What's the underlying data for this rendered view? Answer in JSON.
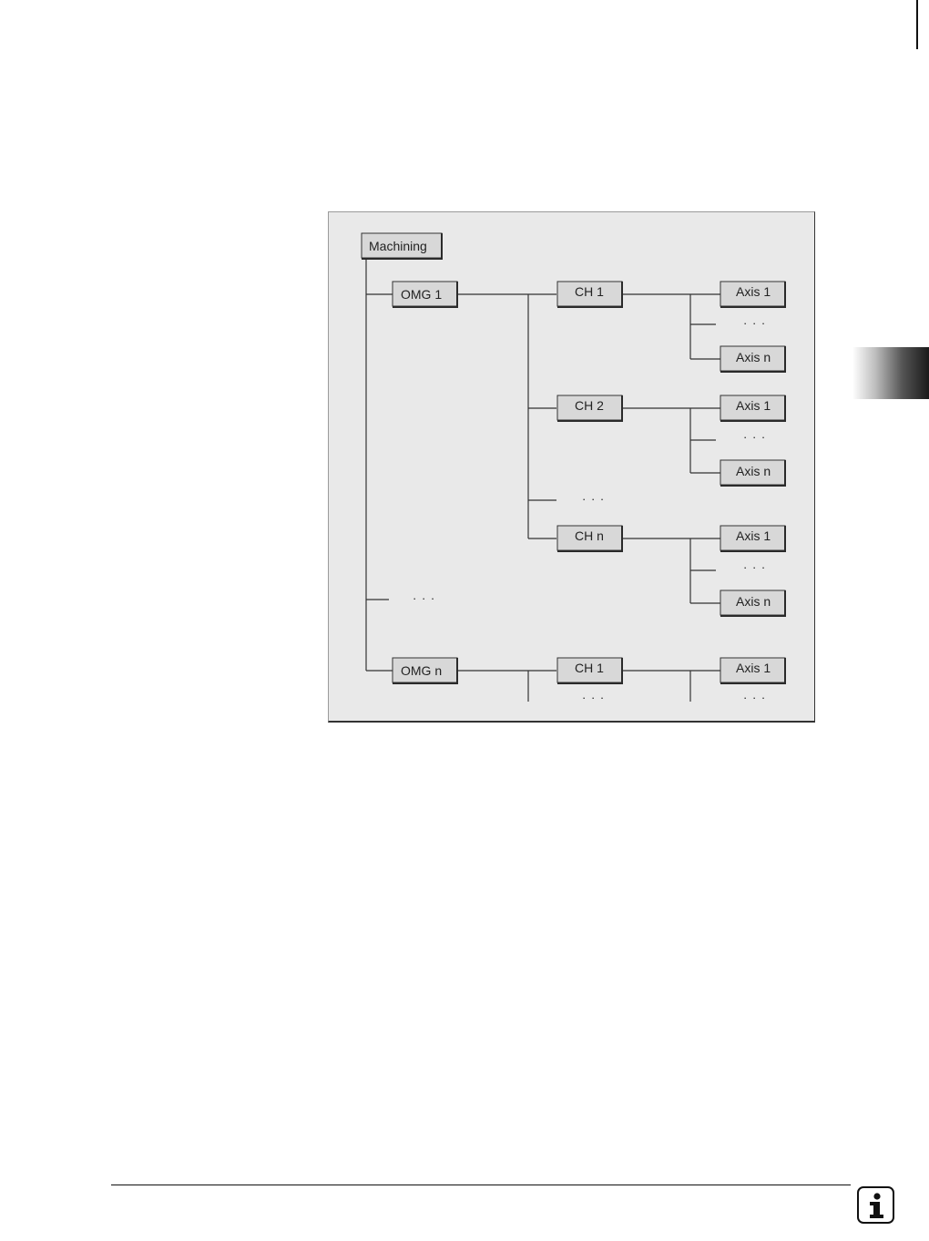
{
  "diagram": {
    "root": "Machining",
    "omg1": "OMG 1",
    "omgn": "OMG n",
    "ch1": "CH 1",
    "ch2": "CH 2",
    "chn": "CH n",
    "axis1": "Axis 1",
    "axisn": "Axis n",
    "ellipsis": "· · ·"
  },
  "icons": {
    "page_corner": "info-icon"
  },
  "colors": {
    "figure_background": "#e9e9e9",
    "node_fill": "#d8d8d8",
    "line": "#333333"
  }
}
